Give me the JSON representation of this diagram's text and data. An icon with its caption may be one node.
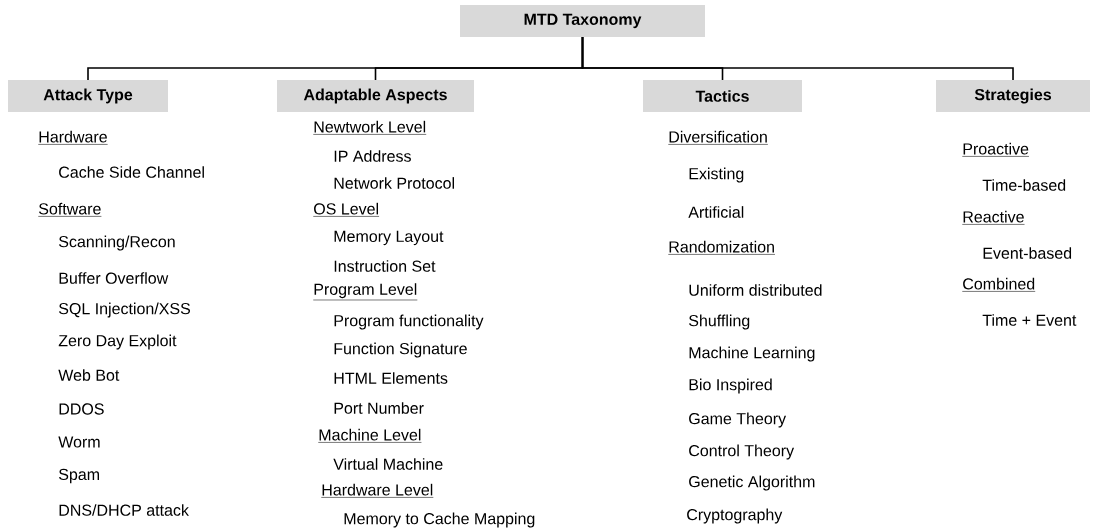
{
  "diagram": {
    "nodes": [
      {
        "text": [
          "MTD Taxonomy"
        ]
      },
      {
        "text": [
          "Attack Type"
        ]
      },
      {
        "text": [
          "Adaptable Aspects"
        ]
      },
      {
        "text": [
          "Tactics"
        ]
      },
      {
        "text": [
          "Strategies"
        ]
      }
    ],
    "edges": [
      {
        "from": 0,
        "to": 1,
        "arrow": "none"
      },
      {
        "from": 0,
        "to": 2,
        "arrow": "none"
      },
      {
        "from": 0,
        "to": 3,
        "arrow": "none"
      },
      {
        "from": 0,
        "to": 4,
        "arrow": "none"
      }
    ],
    "labels": [
      "Hardware",
      "Cache Side Channel",
      "Software",
      "Scanning/Recon",
      "Buffer Overflow",
      "SQL Injection/XSS",
      "Zero Day Exploit",
      "Web Bot",
      "DDOS",
      "Worm",
      "Spam",
      "DNS/DHCP attack",
      "Newtwork Level",
      "IP Address",
      "Network Protocol",
      "OS Level",
      "Memory Layout",
      "Instruction Set",
      "Program Level",
      "Program functionality",
      "Function Signature",
      "HTML Elements",
      "Port Number",
      "Machine Level",
      "Virtual Machine",
      "Hardware Level",
      "Memory to Cache Mapping",
      "Diversification",
      "Existing",
      "Artificial",
      "Randomization",
      "Uniform distributed",
      "Shuffling",
      "Machine Learning",
      "Bio Inspired",
      "Game Theory",
      "Control Theory",
      "Genetic Algorithm",
      "Cryptography",
      "Proactive",
      "Time-based",
      "Reactive",
      "Event-based",
      "Combined",
      "Time + Event"
    ]
  }
}
